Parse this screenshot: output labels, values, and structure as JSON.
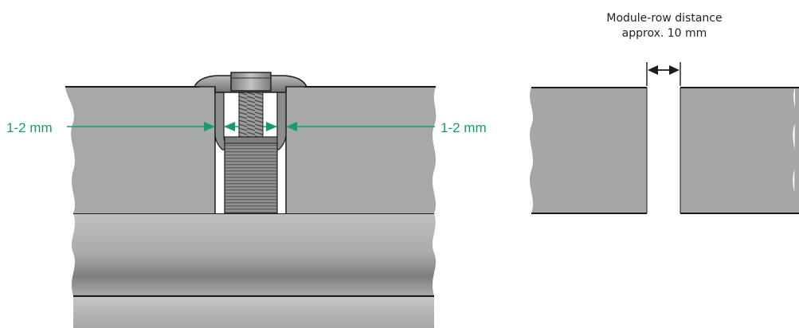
{
  "labels": {
    "left_gap": "1-2 mm",
    "right_gap": "1-2 mm",
    "row_distance_line1": "Module-row distance",
    "row_distance_line2": "approx. 10 mm"
  },
  "colors": {
    "accent_green": "#1a9a73",
    "module_gray": "#a5a7a6",
    "module_light": "#c4c5c5",
    "outline": "#1b1b1b",
    "clamp_gray": "#8c8d8d"
  }
}
